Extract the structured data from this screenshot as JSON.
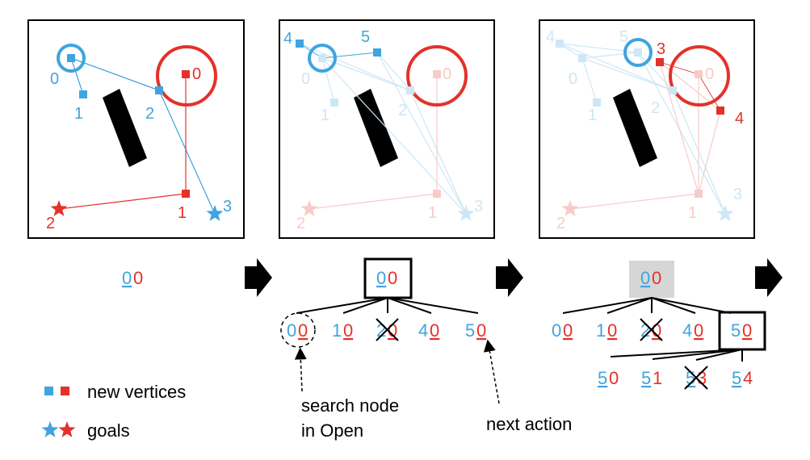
{
  "colors": {
    "blue": "#3fa4e0",
    "red": "#e4312a",
    "blue_faded": "#cde7f6",
    "red_faded": "#f7cbc8",
    "obstacle": "#000000",
    "highlight_box": "#d6d6d6"
  },
  "panels": [
    {
      "id": "panel-1",
      "blue_vertex_labels": [
        "0",
        "1",
        "2",
        "3"
      ],
      "red_vertex_labels": [
        "0",
        "1",
        "2"
      ]
    },
    {
      "id": "panel-2",
      "blue_vertex_labels": [
        "4",
        "5",
        "0",
        "1",
        "2",
        "3"
      ],
      "red_vertex_labels": [
        "0",
        "1",
        "2"
      ]
    },
    {
      "id": "panel-3",
      "blue_vertex_labels": [
        "4",
        "5",
        "0",
        "1",
        "2",
        "3"
      ],
      "red_vertex_labels": [
        "3",
        "0",
        "4",
        "1",
        "2"
      ]
    }
  ],
  "trees": {
    "step1": {
      "root": [
        "0",
        "0"
      ]
    },
    "step2": {
      "root": [
        "0",
        "0"
      ],
      "children": [
        [
          "0",
          "0"
        ],
        [
          "1",
          "0"
        ],
        [
          "2",
          "0"
        ],
        [
          "4",
          "0"
        ],
        [
          "5",
          "0"
        ]
      ]
    },
    "step3": {
      "root": [
        "0",
        "0"
      ],
      "children": [
        [
          "0",
          "0"
        ],
        [
          "1",
          "0"
        ],
        [
          "2",
          "0"
        ],
        [
          "4",
          "0"
        ],
        [
          "5",
          "0"
        ]
      ],
      "grandchildren": [
        [
          "5",
          "0"
        ],
        [
          "5",
          "1"
        ],
        [
          "5",
          "3"
        ],
        [
          "5",
          "4"
        ]
      ]
    }
  },
  "annotations": {
    "search_node": [
      "search node",
      "in Open"
    ],
    "next_action": "next action"
  },
  "legend": {
    "vertices_label": "new vertices",
    "goals_label": "goals",
    "vertex_icon": "square-icon",
    "goal_icon": "star-icon"
  }
}
